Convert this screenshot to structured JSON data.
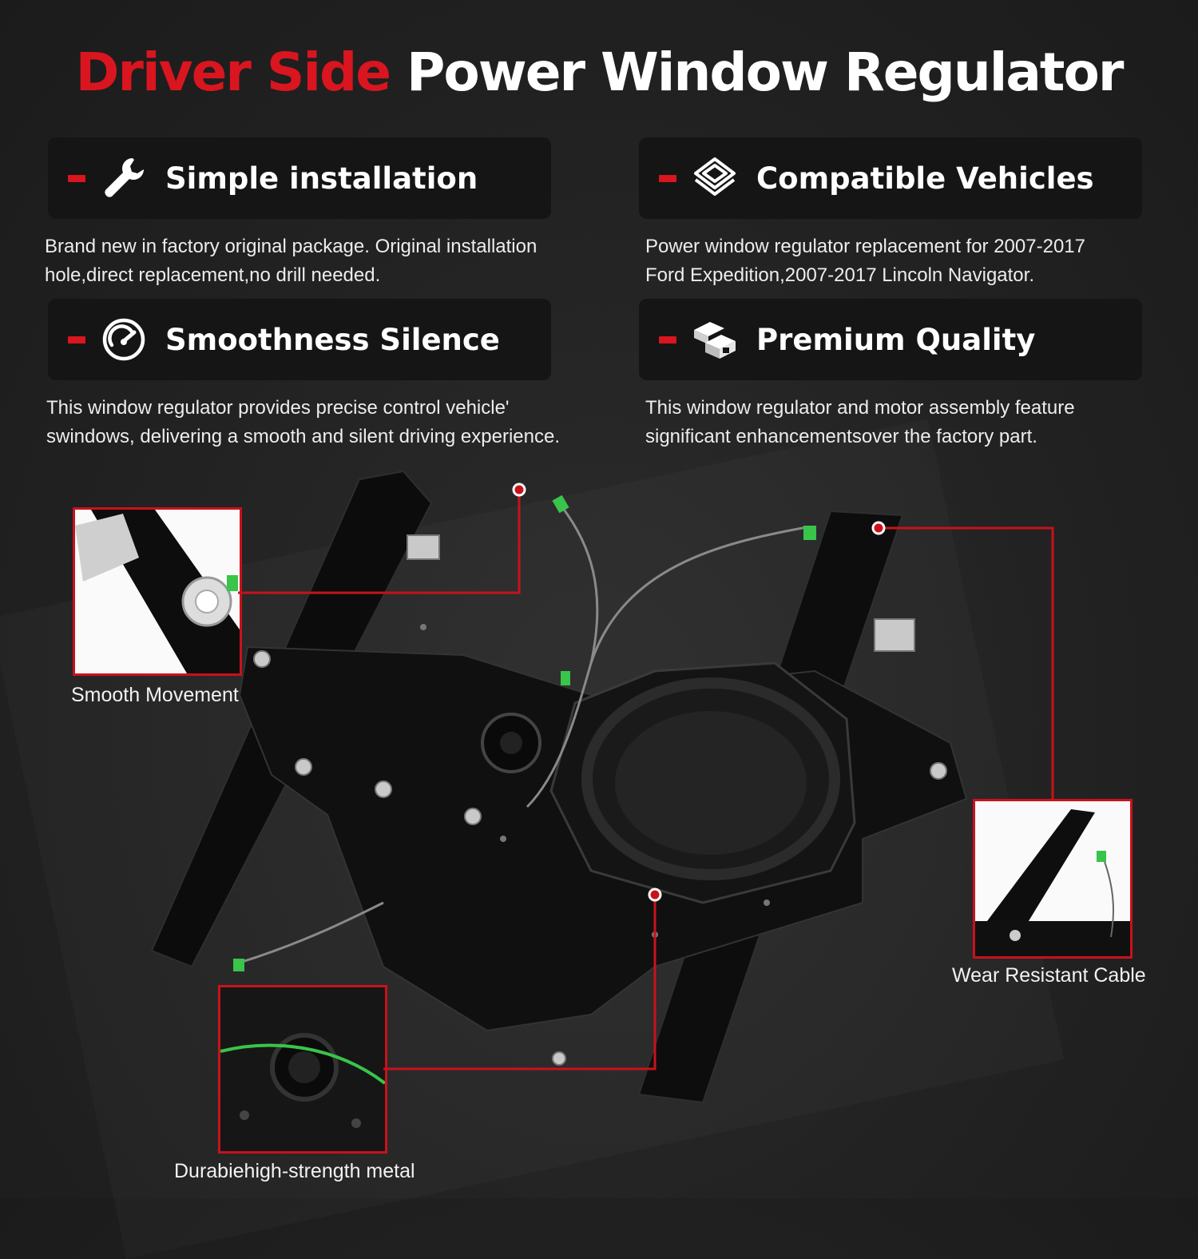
{
  "title": {
    "highlight": "Driver Side",
    "rest": "Power Window Regulator"
  },
  "features": [
    {
      "icon": "wrench-icon",
      "label": "Simple installation",
      "line1": "Brand new in factory original package. Original installation",
      "line2": "hole,direct replacement,no drill needed."
    },
    {
      "icon": "cube-layers-icon",
      "label": "Compatible Vehicles",
      "line1": "Power window regulator replacement for 2007-2017",
      "line2": "Ford Expedition,2007-2017 Lincoln Navigator."
    },
    {
      "icon": "gauge-icon",
      "label": "Smoothness Silence",
      "line1": "This window regulator provides precise control vehicle'",
      "line2": "swindows, delivering a smooth and silent driving  experience."
    },
    {
      "icon": "metal-bars-icon",
      "label": "Premium Quality",
      "line1": "This window regulator and motor assembly feature",
      "line2": "significant enhancementsover the factory part."
    }
  ],
  "callouts": {
    "smooth": "Smooth  Movement",
    "cable": "Wear Resistant Cable",
    "metal": "Durabiehigh-strength metal"
  },
  "colors": {
    "accent": "#d9151f",
    "background": "#232323",
    "card": "#151515",
    "green": "#39c44a"
  }
}
